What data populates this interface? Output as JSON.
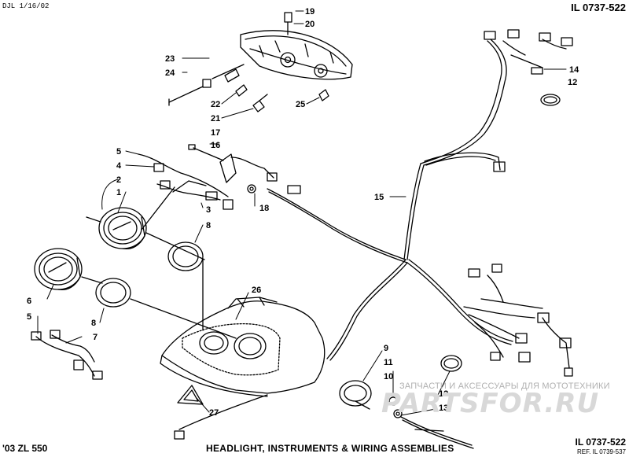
{
  "header": {
    "code": "DJL 1/16/02",
    "number": "IL 0737-522"
  },
  "footer": {
    "model": "'03 ZL 550",
    "title": "HEADLIGHT, INSTRUMENTS & WIRING ASSEMBLIES",
    "number": "IL 0737-522",
    "ref": "REF. IL 0739-537"
  },
  "watermark": {
    "text": "ЗАПЧАСТИ И АКСЕССУАРЫ ДЛЯ МОТОТЕХНИКИ",
    "logo": "PARTSFOR.RU"
  },
  "callouts": [
    {
      "id": "19",
      "label": "19"
    },
    {
      "id": "20",
      "label": "20"
    },
    {
      "id": "23",
      "label": "23"
    },
    {
      "id": "24",
      "label": "24"
    },
    {
      "id": "22",
      "label": "22"
    },
    {
      "id": "21",
      "label": "21"
    },
    {
      "id": "25",
      "label": "25"
    },
    {
      "id": "14",
      "label": "14"
    },
    {
      "id": "12a",
      "label": "12"
    },
    {
      "id": "17",
      "label": "17"
    },
    {
      "id": "16",
      "label": "16"
    },
    {
      "id": "5a",
      "label": "5"
    },
    {
      "id": "4",
      "label": "4"
    },
    {
      "id": "2",
      "label": "2"
    },
    {
      "id": "1",
      "label": "1"
    },
    {
      "id": "3",
      "label": "3"
    },
    {
      "id": "18",
      "label": "18"
    },
    {
      "id": "8a",
      "label": "8"
    },
    {
      "id": "15",
      "label": "15"
    },
    {
      "id": "6",
      "label": "6"
    },
    {
      "id": "5b",
      "label": "5"
    },
    {
      "id": "8b",
      "label": "8"
    },
    {
      "id": "7",
      "label": "7"
    },
    {
      "id": "26",
      "label": "26"
    },
    {
      "id": "9",
      "label": "9"
    },
    {
      "id": "11",
      "label": "11"
    },
    {
      "id": "10",
      "label": "10"
    },
    {
      "id": "12b",
      "label": "12"
    },
    {
      "id": "13",
      "label": "13"
    },
    {
      "id": "27",
      "label": "27"
    }
  ]
}
